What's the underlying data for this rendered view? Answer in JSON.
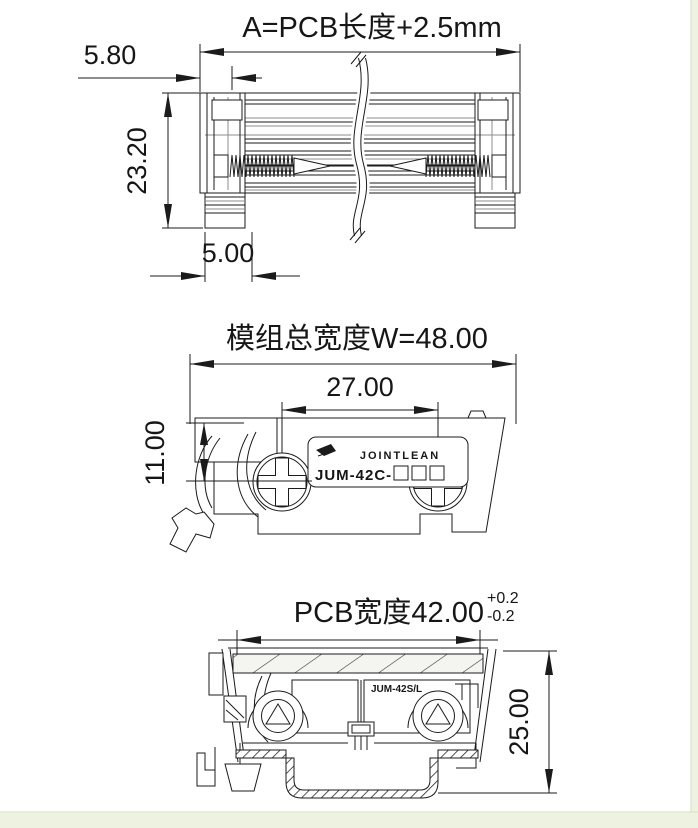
{
  "page": {
    "margin_color": "#edf3e0",
    "margin_edge_color": "#d5e1c3",
    "line_color": "#1b1b1b"
  },
  "top_view": {
    "title": "A=PCB长度+2.5mm",
    "dim_left_offset": "5.80",
    "dim_height": "23.20",
    "dim_foot_width": "5.00"
  },
  "middle_view": {
    "title": "模组总宽度W=48.00",
    "dim_screw_spacing": "27.00",
    "dim_top_to_screw": "11.00",
    "label_brand": "JOINTLEAN",
    "label_model_prefix": "JUM-42C-"
  },
  "bottom_view": {
    "title": "PCB宽度42.00",
    "tolerance_plus": "+0.2",
    "tolerance_minus": "-0.2",
    "dim_height": "25.00",
    "label_model": "JUM-42S/L"
  }
}
